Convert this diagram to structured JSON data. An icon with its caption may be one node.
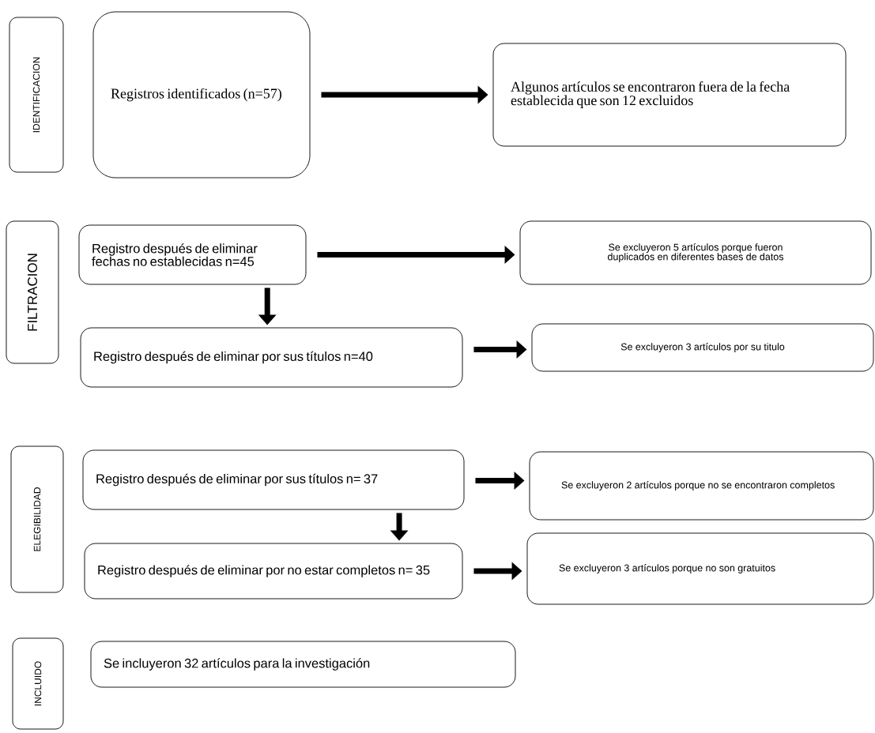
{
  "diagram": {
    "nodes": [
      {
        "text": [
          "IDENTIFICACION"
        ]
      },
      {
        "text": [
          "Registros identificados (n=57)"
        ]
      },
      {
        "text": [
          "Algunos artículos se encontraron fuera de la fecha establecida que son 12 excluidos"
        ]
      },
      {
        "text": [
          "FILTRACION"
        ]
      },
      {
        "text": [
          "Registro después de eliminar fechas no establecidas n=45"
        ]
      },
      {
        "text": [
          "Se excluyeron 5 artículos porque fueron duplicados en diferentes bases de datos"
        ]
      },
      {
        "text": [
          "Registro después de eliminar por sus títulos n=40"
        ]
      },
      {
        "text": [
          "Se excluyeron 3 artículos por su titulo"
        ]
      },
      {
        "text": [
          "ELEGIBILIDAD"
        ]
      },
      {
        "text": [
          "Registro después de eliminar por sus títulos n= 37"
        ]
      },
      {
        "text": [
          "Se excluyeron 2 artículos porque no se encontraron completos"
        ]
      },
      {
        "text": [
          "Registro después de eliminar por no estar completos n= 35"
        ]
      },
      {
        "text": [
          "Se excluyeron 3 artículos porque no son gratuitos"
        ]
      },
      {
        "text": [
          "INCLUIDO"
        ]
      },
      {
        "text": [
          "Se incluyeron 32 artículos para la investigación"
        ]
      }
    ],
    "edges": [
      {
        "from": 1,
        "to": 2,
        "arrow": "to"
      },
      {
        "from": 4,
        "to": 5,
        "arrow": "to"
      },
      {
        "from": 4,
        "to": 6,
        "arrow": "to"
      },
      {
        "from": 6,
        "to": 7,
        "arrow": "to"
      },
      {
        "from": 9,
        "to": 10,
        "arrow": "to"
      },
      {
        "from": 9,
        "to": 11,
        "arrow": "to"
      },
      {
        "from": 11,
        "to": 12,
        "arrow": "to"
      }
    ]
  }
}
